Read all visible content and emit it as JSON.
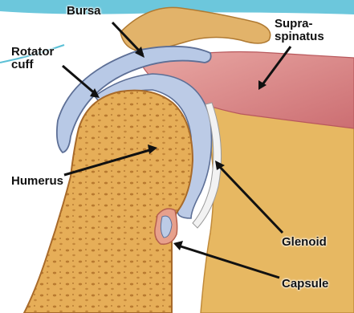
{
  "labels": {
    "bursa": "Bursa",
    "supraspinatus": "Supra-\nspinatus",
    "rotator_cuff": "Rotator\ncuff",
    "humerus": "Humerus",
    "glenoid": "Glenoid",
    "capsule": "Capsule"
  },
  "colors": {
    "bone": "#e8b25c",
    "bone_dark": "#c98a3a",
    "muscle": "#d9878a",
    "cartilage": "#b7c8e4",
    "capsule": "#e59a86",
    "frame_accent": "#5bc0d6"
  }
}
